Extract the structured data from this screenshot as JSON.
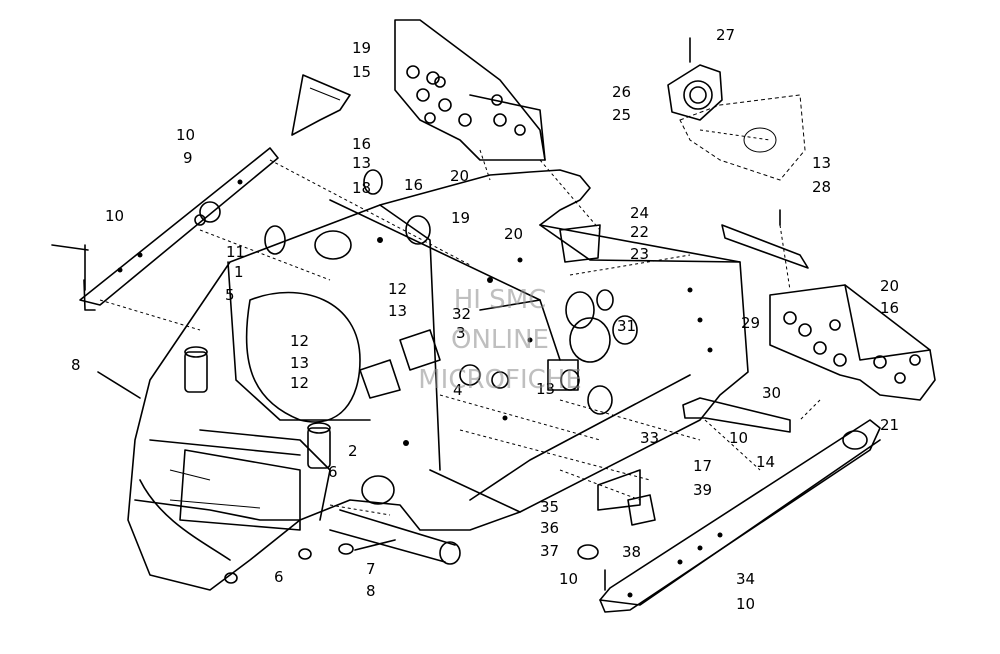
{
  "watermark": [
    "HI SMC",
    "ONLINE",
    "MICROFICHE"
  ],
  "callouts": [
    "1",
    "2",
    "3",
    "4",
    "5",
    "6",
    "6",
    "7",
    "8",
    "8",
    "9",
    "10",
    "10",
    "10",
    "10",
    "10",
    "11",
    "12",
    "12",
    "12",
    "13",
    "13",
    "13",
    "13",
    "13",
    "14",
    "15",
    "16",
    "16",
    "16",
    "17",
    "18",
    "19",
    "19",
    "20",
    "20",
    "20",
    "21",
    "22",
    "23",
    "24",
    "25",
    "26",
    "27",
    "28",
    "29",
    "30",
    "31",
    "32",
    "33",
    "34",
    "35",
    "36",
    "37",
    "38",
    "39"
  ]
}
